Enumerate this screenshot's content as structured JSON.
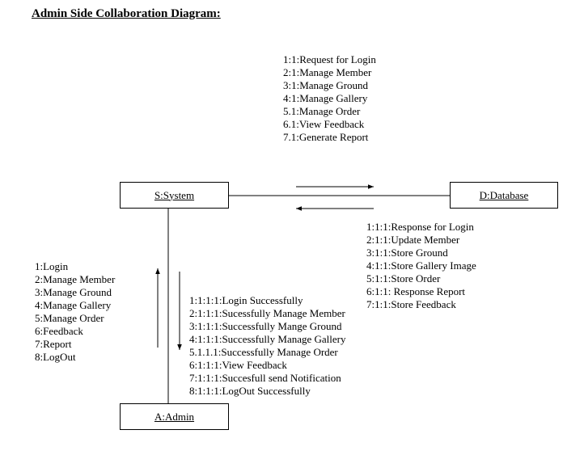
{
  "title": "Admin Side Collaboration Diagram:",
  "objects": {
    "system": "S:System",
    "database": "D:Database",
    "admin": "A:Admin"
  },
  "messages": {
    "system_to_database": [
      "1:1:Request for Login",
      "2:1:Manage Member",
      "3:1:Manage Ground",
      "4:1:Manage Gallery",
      "5.1:Manage Order",
      "6.1:View Feedback",
      "7.1:Generate Report"
    ],
    "database_to_system": [
      "1:1:1:Response for Login",
      "2:1:1:Update Member",
      "3:1:1:Store Ground",
      "4:1:1:Store Gallery Image",
      "5:1:1:Store Order",
      "6:1:1: Response Report",
      "7:1:1:Store Feedback"
    ],
    "admin_to_system": [
      "1:Login",
      "2:Manage Member",
      "3:Manage Ground",
      "4:Manage Gallery",
      "5:Manage Order",
      "6:Feedback",
      "7:Report",
      "8:LogOut"
    ],
    "system_to_admin": [
      "1:1:1:1:Login Successfully",
      "2:1:1:1:Sucessfully Manage Member",
      "3:1:1:1:Successfully Mange Ground",
      "4:1:1:1:Successfully Manage Gallery",
      "5.1.1.1:Successfully Manage Order",
      "6:1:1:1:View Feedback",
      "7:1:1:1:Succesfull send Notification",
      "8:1:1:1:LogOut Successfully"
    ]
  }
}
